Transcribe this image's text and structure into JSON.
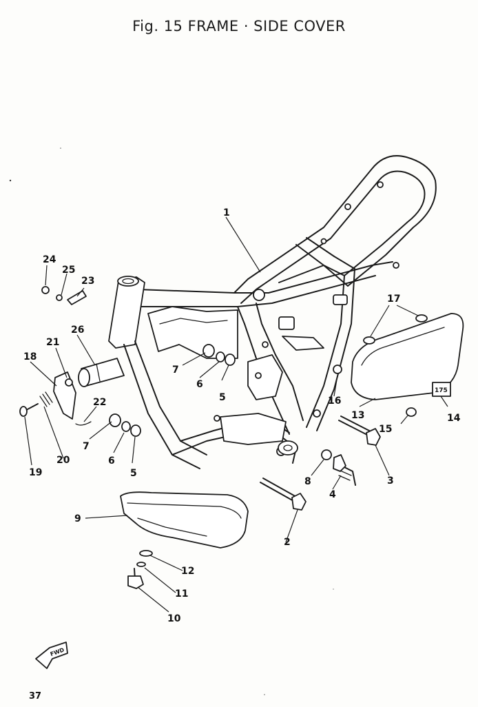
{
  "title": "Fig. 15  FRAME · SIDE COVER",
  "page_number": "37",
  "side_cover_badge": "175",
  "fwd_label": "FWD",
  "callouts": [
    "1",
    "2",
    "3",
    "4",
    "5",
    "5",
    "6",
    "6",
    "7",
    "7",
    "8",
    "9",
    "10",
    "11",
    "12",
    "13",
    "14",
    "15",
    "16",
    "17",
    "18",
    "19",
    "20",
    "21",
    "22",
    "23",
    "24",
    "25",
    "26"
  ]
}
